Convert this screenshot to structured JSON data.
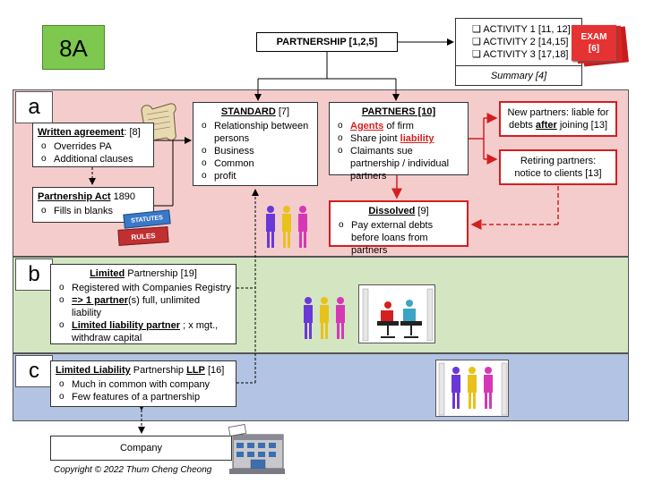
{
  "badge": "8A",
  "title": "PARTNERSHIP [1,2,5]",
  "activities": {
    "items": [
      "ACTIVITY  1 [11, 12]",
      "ACTIVITY  2 [14,15]",
      "ACTIVITY 3 [17,18]"
    ],
    "summary": "Summary [4]",
    "exam_line1": "EXAM",
    "exam_line2": "[6]"
  },
  "sections": {
    "a": "a",
    "b": "b",
    "c": "c"
  },
  "written": {
    "title": "Written agreement",
    "ref": ": [8]",
    "items": [
      "Overrides PA",
      "Additional clauses"
    ]
  },
  "pa1890": {
    "title": "Partnership Act",
    "year": " 1890",
    "items": [
      "Fills in blanks"
    ]
  },
  "books": {
    "top": "STATUTES",
    "bottom": "RULES"
  },
  "standard": {
    "title": "STANDARD",
    "ref": " [7]",
    "items": [
      "Relationship between persons",
      "Business",
      "Common",
      "profit"
    ]
  },
  "partners": {
    "title": "PARTNERS [10]",
    "item1_key": "Agents",
    "item1_rest": " of firm",
    "item2_pre": "Share joint ",
    "item2_key": "liability",
    "item3": "Claimants sue partnership / individual partners"
  },
  "new_partners": {
    "pre": "New partners: liable for debts ",
    "key": "after",
    "post": " joining [13]"
  },
  "retiring": {
    "line1": "Retiring partners:",
    "line2": "notice to clients [13]"
  },
  "dissolved": {
    "title": "Dissolved",
    "ref": " [9]",
    "items": [
      "Pay external debts before loans from partners"
    ]
  },
  "limited": {
    "title_key": "Limited",
    "title_rest": " Partnership [19]",
    "item1": "Registered with Companies Registry",
    "item2_key": "=> 1 partner",
    "item2_rest": "(s) full, unlimited liability",
    "item3_key": "Limited liability partner",
    "item3_rest": " ; x mgt., withdraw capital"
  },
  "llp": {
    "title_key": "Limited Liability",
    "title_mid": " Partnership  ",
    "title_abbr": "LLP",
    "title_ref": " [16]",
    "items": [
      "Much in common with  company",
      "Few features of a partnership"
    ]
  },
  "company": "Company",
  "copyright": "Copyright © 2022 Thum Cheng Cheong",
  "colors": {
    "band_a": "#f5cccc",
    "band_b": "#d3e6c1",
    "band_c": "#b3c3e3",
    "accent_red": "#d31f1f",
    "badge_green": "#7ec850"
  }
}
